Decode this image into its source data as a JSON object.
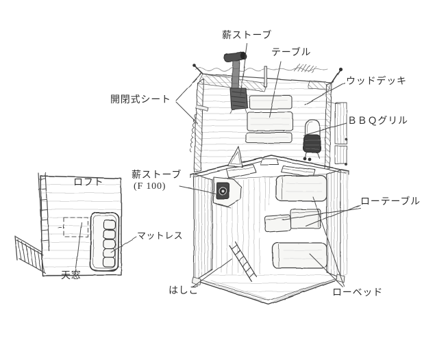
{
  "page": {
    "background": "#ffffff",
    "ink": "#3b3b3b"
  },
  "labels": {
    "wood_stove_roof": "薪ストーブ",
    "table": "テーブル",
    "wood_deck": "ウッドデッキ",
    "openable_sheet": "開閉式シート",
    "bbq_grill": "ＢＢＱグリル",
    "loft": "ロフト",
    "wood_stove_f100": "薪ストーブ",
    "wood_stove_f100_model": "(F 100)",
    "mattress": "マットレス",
    "low_table": "ローテーブル",
    "skylight": "天窓",
    "ladder": "はしご",
    "low_bed": "ローベッド"
  },
  "drawing": {
    "type": "hand-drawn cabin sketch",
    "views": [
      "rooftop wood deck",
      "ground floor interior",
      "loft floor plan"
    ]
  }
}
